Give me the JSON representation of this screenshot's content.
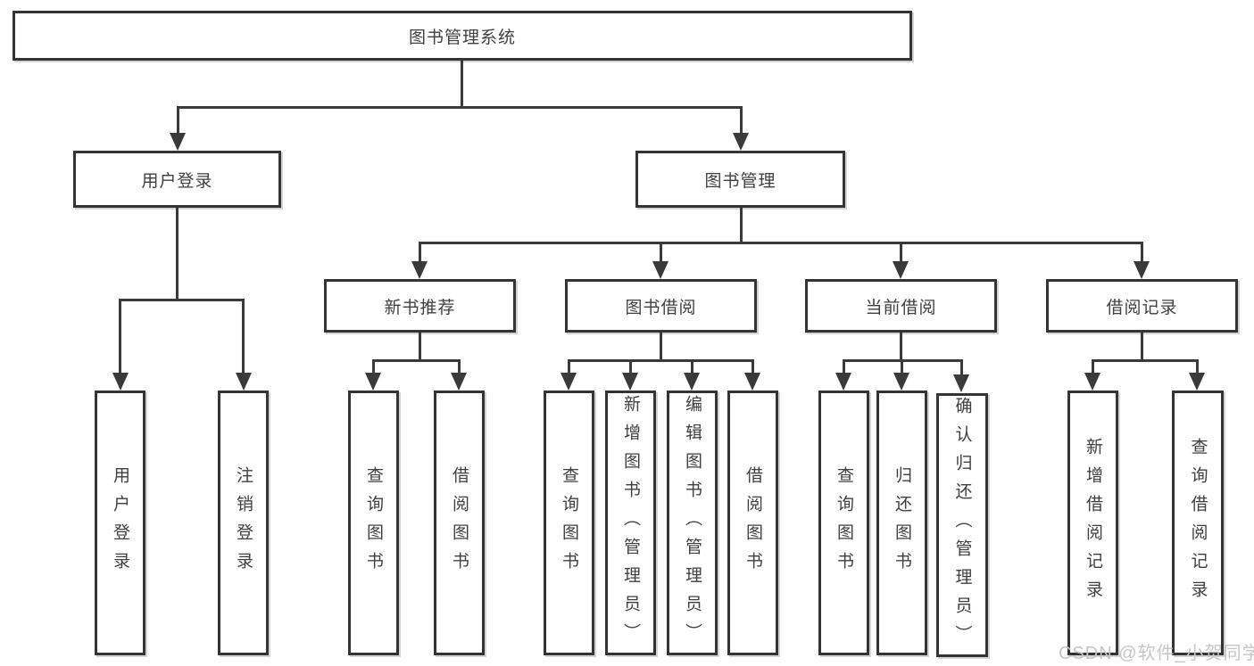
{
  "tree": {
    "root": {
      "label": "图书管理系统"
    },
    "branches": [
      {
        "label": "用户登录",
        "children": [
          {
            "label": "用户登录"
          },
          {
            "label": "注销登录"
          }
        ]
      },
      {
        "label": "图书管理",
        "children": [
          {
            "label": "新书推荐",
            "children": [
              {
                "label": "查询图书"
              },
              {
                "label": "借阅图书"
              }
            ]
          },
          {
            "label": "图书借阅",
            "children": [
              {
                "label": "查询图书"
              },
              {
                "label": "新增图书（管理员）"
              },
              {
                "label": "编辑图书（管理员）"
              },
              {
                "label": "借阅图书"
              }
            ]
          },
          {
            "label": "当前借阅",
            "children": [
              {
                "label": "查询图书"
              },
              {
                "label": "归还图书"
              },
              {
                "label": "确认归还（管理员）"
              }
            ]
          },
          {
            "label": "借阅记录",
            "children": [
              {
                "label": "新增借阅记录"
              },
              {
                "label": "查询借阅记录"
              }
            ]
          }
        ]
      }
    ]
  },
  "watermark": "CSDN @软件_小贺同学",
  "colors": {
    "line": "#3a3a3a",
    "border": "#343434",
    "text": "#3f3f3f",
    "background": "#ffffff",
    "watermark": "#c6c6c6"
  }
}
